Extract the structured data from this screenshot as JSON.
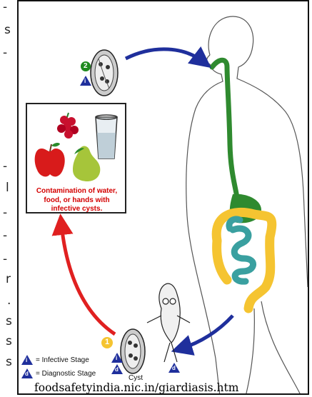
{
  "side_fragments": [
    "-",
    "s",
    "-",
    "-",
    "l",
    "-",
    "-",
    "-",
    "r",
    ".",
    "s",
    "s",
    "s"
  ],
  "contamination_text": "Contamination of water, food, or hands  with infective cysts.",
  "stage_numbers": {
    "infective": "2",
    "diagnostic": "1"
  },
  "legend": {
    "infective_letter": "i",
    "infective_label": "= Infective Stage",
    "diagnostic_letter": "d",
    "diagnostic_label": "= Diagnostic Stage"
  },
  "cyst_label": "Cyst",
  "source": "foodsafetyindia.nic.in/giardiasis.htm",
  "colors": {
    "arrow_blue": "#1f2f9c",
    "arrow_red": "#e02020",
    "gut_green": "#2f8a2f",
    "colon_yellow": "#f5c431",
    "small_intestine_teal": "#3aa0a0"
  }
}
